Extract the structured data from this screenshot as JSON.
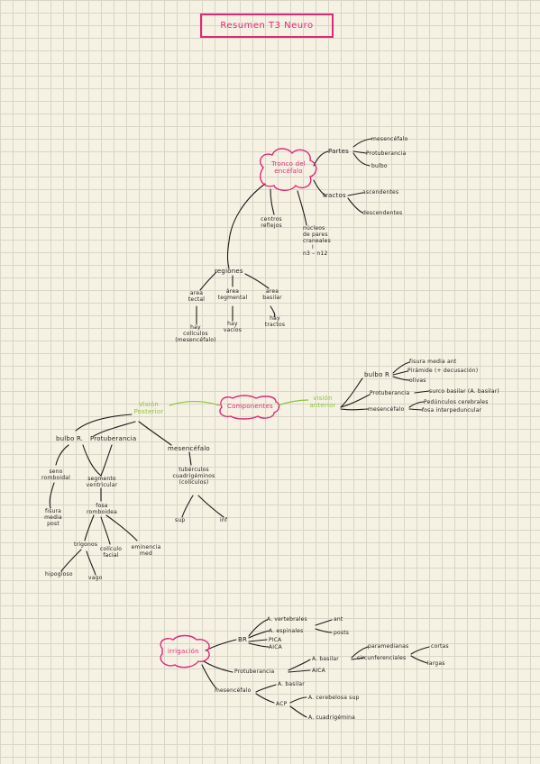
{
  "title": "Resumen T3 Neuro",
  "colors": {
    "accent": "#e0287a",
    "green": "#8ac43b",
    "ink": "#1c1c1c",
    "paper": "#f6f2e3"
  },
  "tronco": {
    "center": [
      "Tronco del",
      "encéfalo"
    ],
    "partes": "Partes",
    "partes_items": [
      "mesencéfalo",
      "Protuberancia",
      "bulbo"
    ],
    "tractos": "tractos",
    "tractos_items": [
      "ascendentes",
      "descendentes"
    ],
    "centros": [
      "centros",
      "reflejos"
    ],
    "nucleos": [
      "núcleos",
      "de pares",
      "craneales",
      "I",
      "n3 – n12"
    ],
    "regiones": "regiones",
    "area_tectal": [
      "area",
      "tectal"
    ],
    "area_tegmental": [
      "área",
      "tegmental"
    ],
    "area_basilar": [
      "area",
      "basilar"
    ],
    "hay_colliculos": [
      "hay",
      "colículos",
      "(mesencéfalo)"
    ],
    "hay_vacios": [
      "hay",
      "vacíos"
    ],
    "hay_tractos": [
      "hay",
      "tractos"
    ]
  },
  "componentes": {
    "center": "Componentes",
    "vision_posterior": [
      "Visión",
      "Posterior"
    ],
    "vision_anterior": [
      "visión",
      "anterior"
    ],
    "bulbo_r": "bulbo R",
    "bulbo_items": [
      "fisura media ant",
      "Pirámide (+ decusación)",
      "olivas"
    ],
    "protuberancia": "Protuberancia",
    "protuberancia_item": "surco basilar (A. basilar)",
    "mesencefalo": "mesencéfalo",
    "mesencefalo_items": [
      "Pedúnculos cerebrales",
      "fosa interpeduncular"
    ],
    "post_bulbo": "bulbo R.",
    "post_prot": "Protuberancia",
    "post_mesen": "mesencéfalo",
    "seno_romb": [
      "seno",
      "romboidal"
    ],
    "fisura_media_post": [
      "fisura",
      "media",
      "post"
    ],
    "segmento_ventricular": [
      "segmento",
      "ventricular"
    ],
    "fosa_romboidea": [
      "fosa",
      "romboidea"
    ],
    "trigonos": "trígonos",
    "colliculo_facial": [
      "colículo",
      "facial"
    ],
    "eminencia_med": [
      "eminencia",
      "med"
    ],
    "hipogloso": "hipogloso",
    "vago": "vago",
    "tuberculos": [
      "tubérculos",
      "cuadrigéminos",
      "(colículos)"
    ],
    "sup": "sup",
    "inf": "inf"
  },
  "irrigacion": {
    "center": "irrigación",
    "br": "BR",
    "br_items": [
      "A. vertebrales",
      "A. espinales",
      "PICA",
      "AICA"
    ],
    "espinales_items": [
      "ant",
      "posts"
    ],
    "protuberancia": "Protuberancia",
    "prot_items": [
      "A. basilar",
      "AICA"
    ],
    "basilar_items": [
      "paramedianas",
      "circunferenciales"
    ],
    "circ_items": [
      "cortas",
      "largas"
    ],
    "mesencefalo": "mesencéfalo",
    "mesen_items": [
      "A. basilar",
      "ACP"
    ],
    "acp_items": [
      "A. cerebelosa sup",
      "A. cuadrigémina"
    ]
  }
}
